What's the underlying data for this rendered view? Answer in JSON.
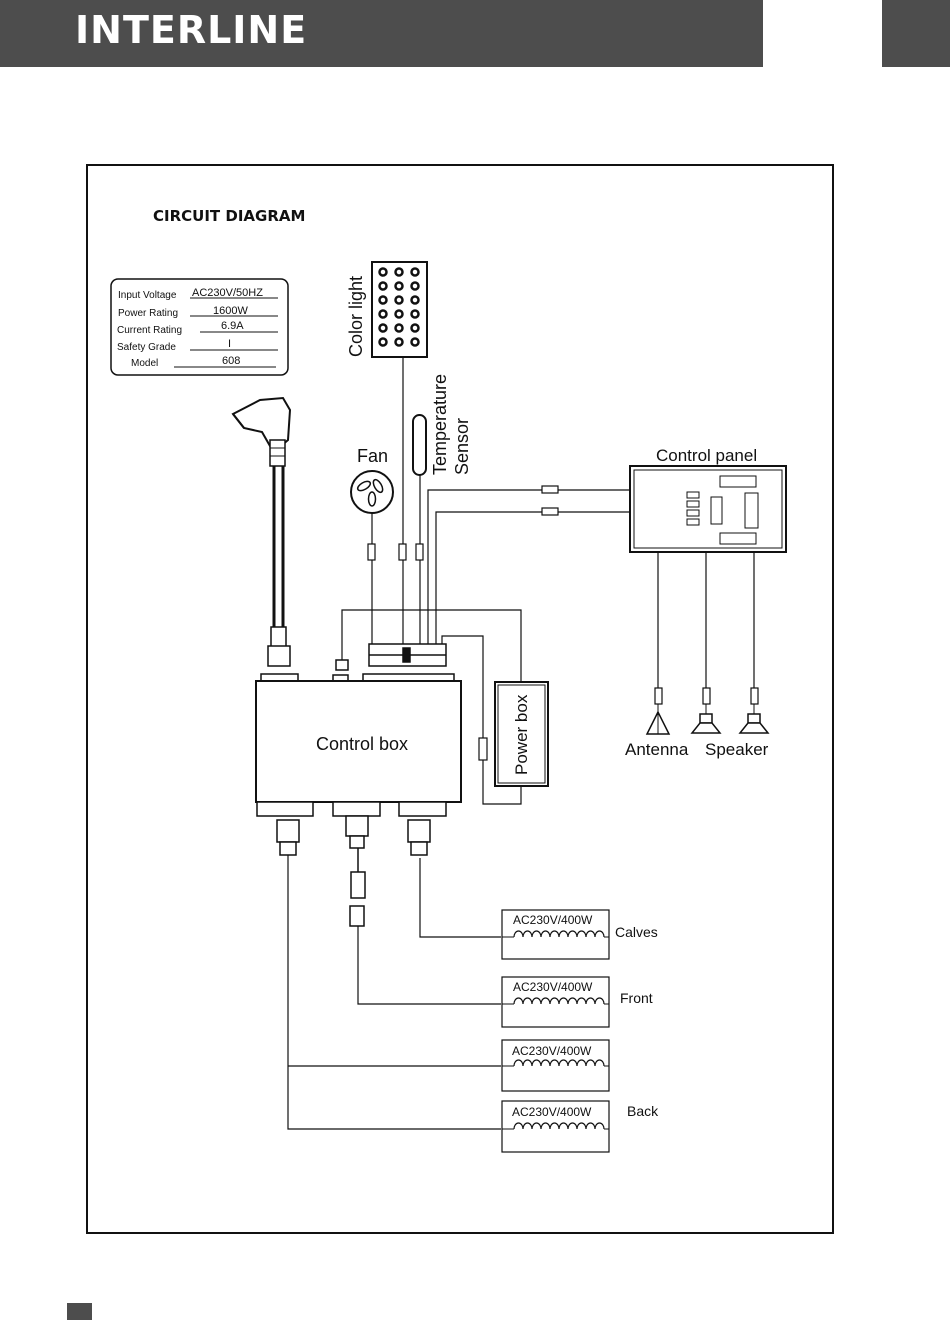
{
  "header": {
    "brand": "INTERLINE"
  },
  "diagram": {
    "title": "CIRCUIT DIAGRAM",
    "spec_label": {
      "rows": [
        {
          "label": "Input Voltage",
          "value": "AC230V/50HZ"
        },
        {
          "label": "Power Rating",
          "value": "1600W"
        },
        {
          "label": "Current Rating",
          "value": "6.9A"
        },
        {
          "label": "Safety Grade",
          "value": "I"
        },
        {
          "label": "Model",
          "value": "608"
        }
      ]
    },
    "components": {
      "color_light": "Color light",
      "temperature": "Temperature",
      "sensor": "Sensor",
      "fan": "Fan",
      "control_panel": "Control  panel",
      "control_box": "Control box",
      "power_box": "Power box",
      "antenna": "Antenna",
      "speaker": "Speaker"
    },
    "heaters": [
      {
        "rating": "AC230V/400W",
        "name": "Calves"
      },
      {
        "rating": "AC230V/400W",
        "name": "Front"
      },
      {
        "rating": "AC230V/400W",
        "name": ""
      },
      {
        "rating": "AC230V/400W",
        "name": "Back"
      }
    ]
  }
}
